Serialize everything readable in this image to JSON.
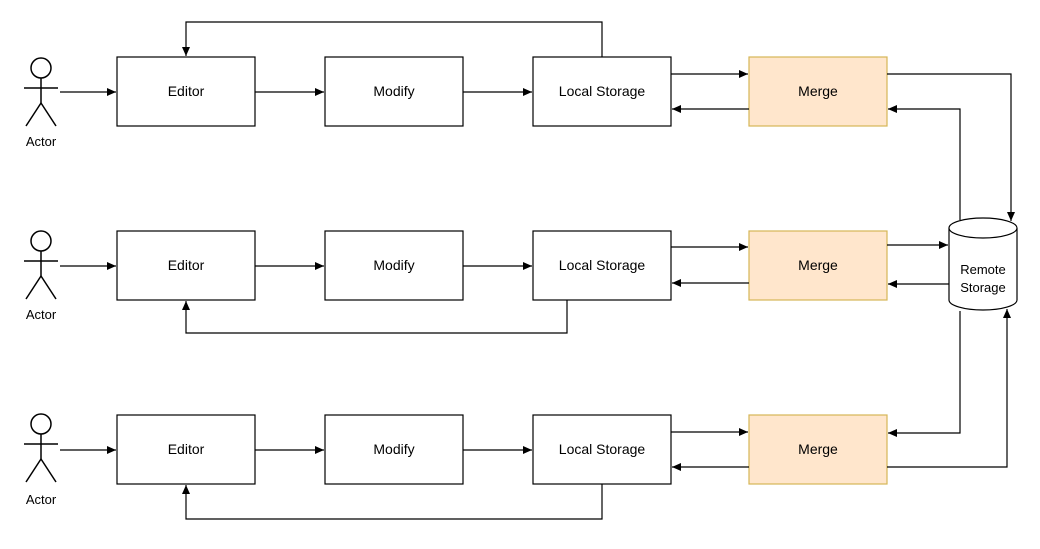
{
  "actors": [
    {
      "label": "Actor"
    },
    {
      "label": "Actor"
    },
    {
      "label": "Actor"
    }
  ],
  "rows": [
    {
      "editor": "Editor",
      "modify": "Modify",
      "local_storage": "Local Storage",
      "merge": "Merge"
    },
    {
      "editor": "Editor",
      "modify": "Modify",
      "local_storage": "Local Storage",
      "merge": "Merge"
    },
    {
      "editor": "Editor",
      "modify": "Modify",
      "local_storage": "Local Storage",
      "merge": "Merge"
    }
  ],
  "remote_storage": {
    "line1": "Remote",
    "line2": "Storage"
  },
  "colors": {
    "stroke": "#000000",
    "merge_fill": "#FFE6CC",
    "merge_stroke": "#D6B656",
    "box_fill": "#FFFFFF"
  }
}
